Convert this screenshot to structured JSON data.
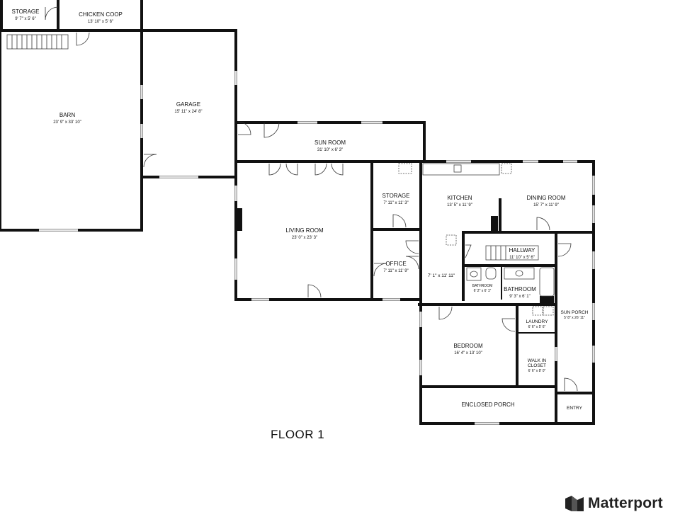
{
  "floor_label": "FLOOR 1",
  "brand": {
    "name": "Matterport",
    "logo_icon": "matterport-logo-icon"
  },
  "rooms": {
    "storage_top": {
      "name": "STORAGE",
      "dims": "9' 7\" x 5' 6\""
    },
    "chicken_coop": {
      "name": "CHICKEN COOP",
      "dims": "13' 10\" x 5' 6\""
    },
    "barn": {
      "name": "BARN",
      "dims": "23' 9\" x 33' 10\""
    },
    "garage": {
      "name": "GARAGE",
      "dims": "15' 11\" x 24' 8\""
    },
    "sun_room": {
      "name": "SUN ROOM",
      "dims": "31' 10\" x 6' 3\""
    },
    "living_room": {
      "name": "LIVING ROOM",
      "dims": "23' 0\" x 23' 3\""
    },
    "storage_mid": {
      "name": "STORAGE",
      "dims": "7' 11\" x 11' 3\""
    },
    "office": {
      "name": "OFFICE",
      "dims": "7' 11\" x 11' 9\""
    },
    "kitchen": {
      "name": "KITCHEN",
      "dims": "13' 5\" x 11' 9\""
    },
    "dining_room": {
      "name": "DINING ROOM",
      "dims": "15' 7\" x 11' 9\""
    },
    "hallway": {
      "name": "HALLWAY",
      "dims": "11' 10\" x 5' 6\""
    },
    "side_passage": {
      "dims": "7' 1\" x 11' 11\""
    },
    "bathroom_small": {
      "name": "BATHROOM",
      "dims": "6' 2\" x 6' 1\""
    },
    "bathroom": {
      "name": "BATHROOM",
      "dims": "9' 3\" x 6' 1\""
    },
    "laundry": {
      "name": "LAUNDRY",
      "dims": "6' 6\" x 5' 6\""
    },
    "walk_in_closet": {
      "name": "WALK IN",
      "name2": "CLOSET",
      "dims": "6' 6\" x 8' 0\""
    },
    "sun_porch": {
      "name": "SUN PORCH",
      "dims": "5' 8\" x 26' 11\""
    },
    "bedroom": {
      "name": "BEDROOM",
      "dims": "16' 4\" x 13' 10\""
    },
    "enclosed_porch": {
      "name": "ENCLOSED PORCH"
    },
    "entry": {
      "name": "ENTRY"
    }
  }
}
